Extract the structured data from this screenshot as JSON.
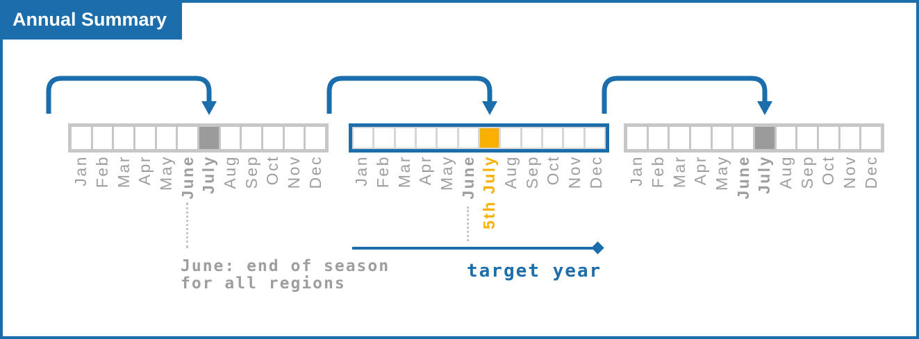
{
  "title": "Annual Summary",
  "colors": {
    "accent_blue": "#1B6DAB",
    "accent_orange": "#F9B000",
    "label_gray": "#9E9E9E",
    "strip_background_gray": "#C7C7C7",
    "july_cell_gray": "#9B9B9B"
  },
  "years": [
    {
      "id": "left-year",
      "target": false,
      "months": [
        {
          "label": "Jan",
          "bold": false,
          "highlight": false,
          "accent": false
        },
        {
          "label": "Feb",
          "bold": false,
          "highlight": false,
          "accent": false
        },
        {
          "label": "Mar",
          "bold": false,
          "highlight": false,
          "accent": false
        },
        {
          "label": "Apr",
          "bold": false,
          "highlight": false,
          "accent": false
        },
        {
          "label": "May",
          "bold": false,
          "highlight": false,
          "accent": false
        },
        {
          "label": "June",
          "bold": true,
          "highlight": false,
          "accent": false
        },
        {
          "label": "July",
          "bold": true,
          "highlight": true,
          "accent": false
        },
        {
          "label": "Aug",
          "bold": false,
          "highlight": false,
          "accent": false
        },
        {
          "label": "Sep",
          "bold": false,
          "highlight": false,
          "accent": false
        },
        {
          "label": "Oct",
          "bold": false,
          "highlight": false,
          "accent": false
        },
        {
          "label": "Nov",
          "bold": false,
          "highlight": false,
          "accent": false
        },
        {
          "label": "Dec",
          "bold": false,
          "highlight": false,
          "accent": false
        }
      ]
    },
    {
      "id": "target-year",
      "target": true,
      "months": [
        {
          "label": "Jan",
          "bold": false,
          "highlight": false,
          "accent": false
        },
        {
          "label": "Feb",
          "bold": false,
          "highlight": false,
          "accent": false
        },
        {
          "label": "Mar",
          "bold": false,
          "highlight": false,
          "accent": false
        },
        {
          "label": "Apr",
          "bold": false,
          "highlight": false,
          "accent": false
        },
        {
          "label": "May",
          "bold": false,
          "highlight": false,
          "accent": false
        },
        {
          "label": "June",
          "bold": true,
          "highlight": false,
          "accent": false
        },
        {
          "label": "5th July",
          "bold": true,
          "highlight": true,
          "accent": true
        },
        {
          "label": "Aug",
          "bold": false,
          "highlight": false,
          "accent": false
        },
        {
          "label": "Sep",
          "bold": false,
          "highlight": false,
          "accent": false
        },
        {
          "label": "Oct",
          "bold": false,
          "highlight": false,
          "accent": false
        },
        {
          "label": "Nov",
          "bold": false,
          "highlight": false,
          "accent": false
        },
        {
          "label": "Dec",
          "bold": false,
          "highlight": false,
          "accent": false
        }
      ]
    },
    {
      "id": "right-year",
      "target": false,
      "months": [
        {
          "label": "Jan",
          "bold": false,
          "highlight": false,
          "accent": false
        },
        {
          "label": "Feb",
          "bold": false,
          "highlight": false,
          "accent": false
        },
        {
          "label": "Mar",
          "bold": false,
          "highlight": false,
          "accent": false
        },
        {
          "label": "Apr",
          "bold": false,
          "highlight": false,
          "accent": false
        },
        {
          "label": "May",
          "bold": false,
          "highlight": false,
          "accent": false
        },
        {
          "label": "June",
          "bold": true,
          "highlight": false,
          "accent": false
        },
        {
          "label": "July",
          "bold": true,
          "highlight": true,
          "accent": false
        },
        {
          "label": "Aug",
          "bold": false,
          "highlight": false,
          "accent": false
        },
        {
          "label": "Sep",
          "bold": false,
          "highlight": false,
          "accent": false
        },
        {
          "label": "Oct",
          "bold": false,
          "highlight": false,
          "accent": false
        },
        {
          "label": "Nov",
          "bold": false,
          "highlight": false,
          "accent": false
        },
        {
          "label": "Dec",
          "bold": false,
          "highlight": false,
          "accent": false
        }
      ]
    }
  ],
  "annotations": {
    "june_note_line1": "June: end of season",
    "june_note_line2": "for all regions",
    "target_year_label": "target year"
  }
}
